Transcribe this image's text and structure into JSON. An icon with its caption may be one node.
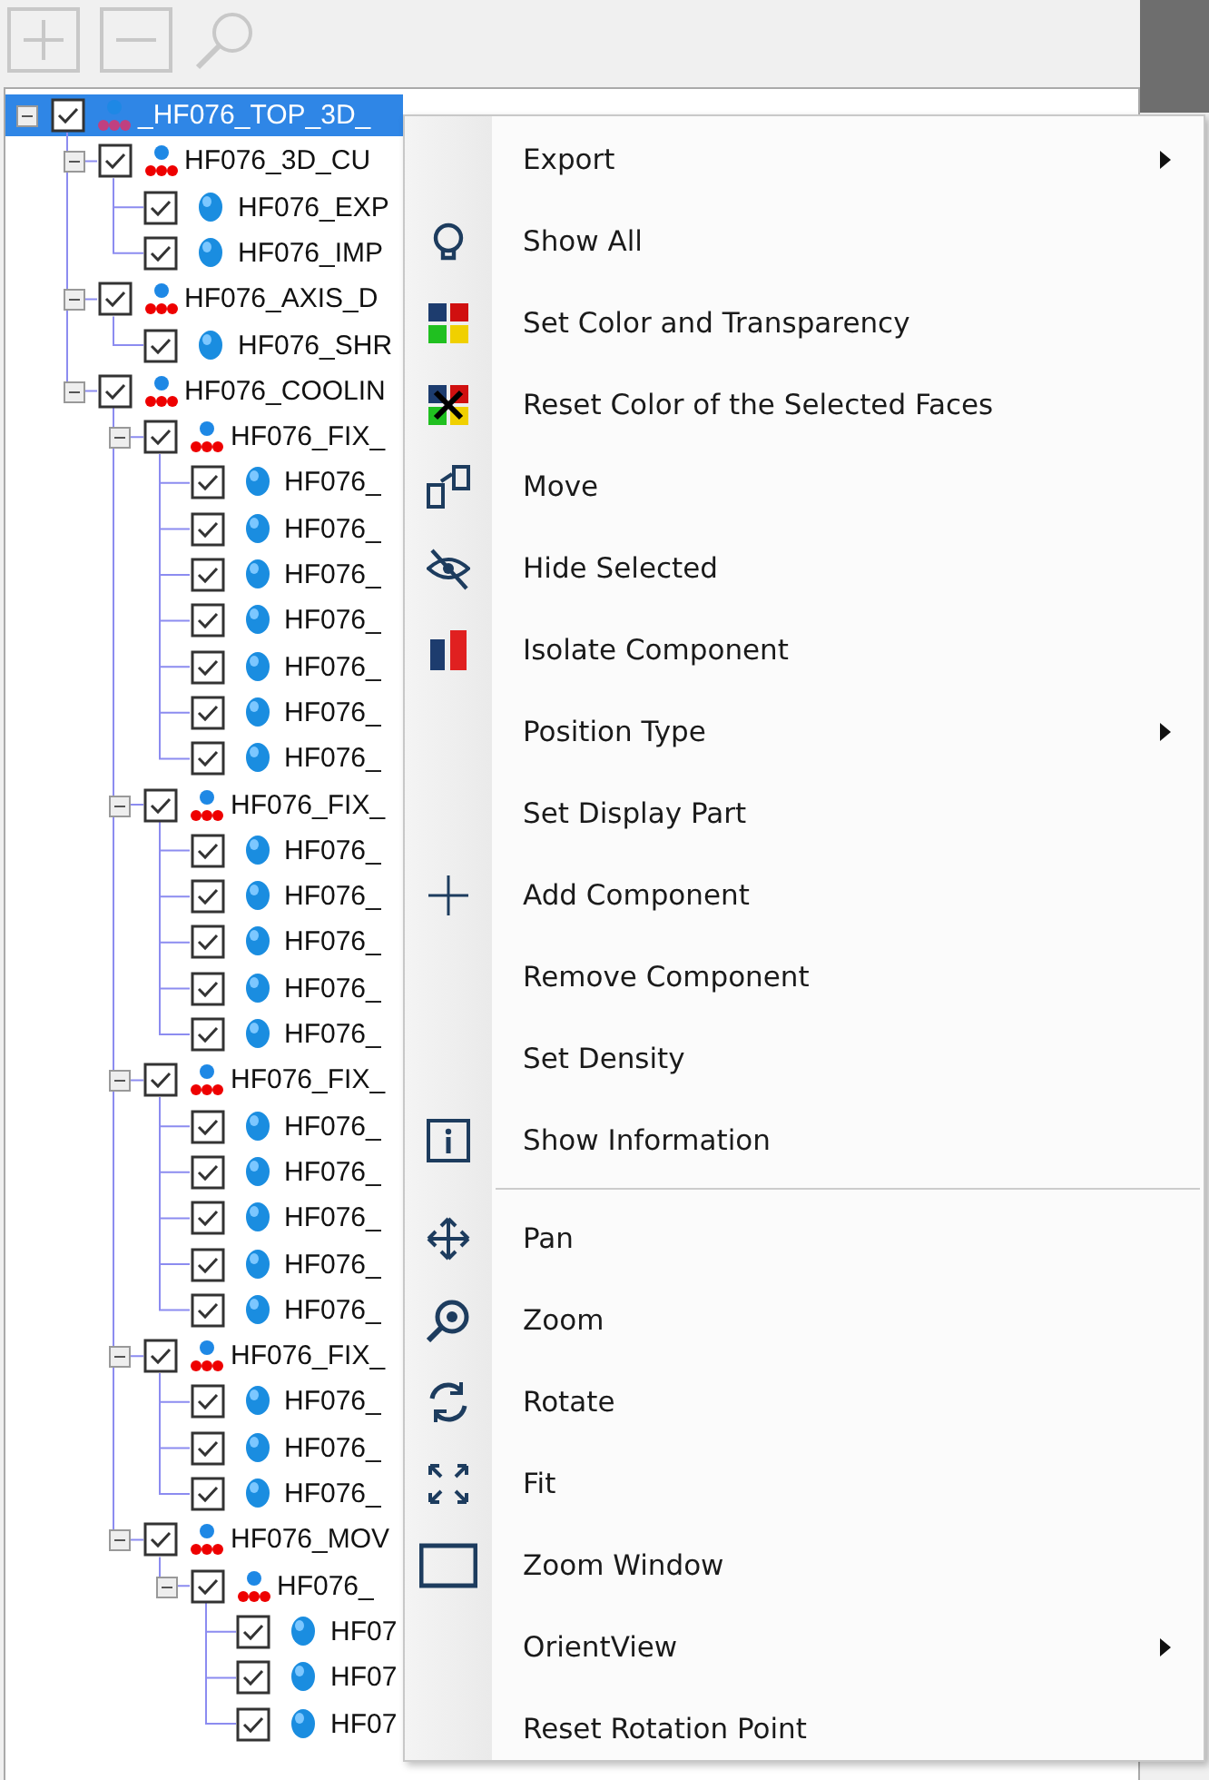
{
  "diagram": {
    "nodes": [
      {
        "text": [
          "_HF076_TOP_3D_"
        ]
      },
      {
        "text": [
          "HF076_3D_CU"
        ]
      },
      {
        "text": [
          "HF076_EXP"
        ]
      },
      {
        "text": [
          "HF076_IMP"
        ]
      },
      {
        "text": [
          "HF076_AXIS_D"
        ]
      },
      {
        "text": [
          "HF076_SHR"
        ]
      },
      {
        "text": [
          "HF076_COOLIN"
        ]
      },
      {
        "text": [
          "HF076_FIX_"
        ]
      },
      {
        "text": [
          "HF076_"
        ]
      },
      {
        "text": [
          "HF076_"
        ]
      },
      {
        "text": [
          "HF076_"
        ]
      },
      {
        "text": [
          "HF076_"
        ]
      },
      {
        "text": [
          "HF076_"
        ]
      },
      {
        "text": [
          "HF076_"
        ]
      },
      {
        "text": [
          "HF076_"
        ]
      },
      {
        "text": [
          "HF076_FIX_"
        ]
      },
      {
        "text": [
          "HF076_"
        ]
      },
      {
        "text": [
          "HF076_"
        ]
      },
      {
        "text": [
          "HF076_"
        ]
      },
      {
        "text": [
          "HF076_"
        ]
      },
      {
        "text": [
          "HF076_"
        ]
      },
      {
        "text": [
          "HF076_FIX_"
        ]
      },
      {
        "text": [
          "HF076_"
        ]
      },
      {
        "text": [
          "HF076_"
        ]
      },
      {
        "text": [
          "HF076_"
        ]
      },
      {
        "text": [
          "HF076_"
        ]
      },
      {
        "text": [
          "HF076_"
        ]
      },
      {
        "text": [
          "HF076_FIX_"
        ]
      },
      {
        "text": [
          "HF076_"
        ]
      },
      {
        "text": [
          "HF076_"
        ]
      },
      {
        "text": [
          "HF076_"
        ]
      },
      {
        "text": [
          "HF076_MOV"
        ]
      },
      {
        "text": [
          "HF076_"
        ]
      },
      {
        "text": [
          "HF07"
        ]
      },
      {
        "text": [
          "HF07"
        ]
      },
      {
        "text": [
          "HF07"
        ]
      }
    ],
    "edges": [
      {
        "from": 0,
        "to": 1,
        "arrow": "none"
      },
      {
        "from": 1,
        "to": 2,
        "arrow": "none"
      },
      {
        "from": 1,
        "to": 3,
        "arrow": "none"
      },
      {
        "from": 0,
        "to": 4,
        "arrow": "none"
      },
      {
        "from": 4,
        "to": 5,
        "arrow": "none"
      },
      {
        "from": 0,
        "to": 6,
        "arrow": "none"
      },
      {
        "from": 6,
        "to": 7,
        "arrow": "none"
      },
      {
        "from": 7,
        "to": 8,
        "arrow": "none"
      },
      {
        "from": 7,
        "to": 9,
        "arrow": "none"
      },
      {
        "from": 7,
        "to": 10,
        "arrow": "none"
      },
      {
        "from": 7,
        "to": 11,
        "arrow": "none"
      },
      {
        "from": 7,
        "to": 12,
        "arrow": "none"
      },
      {
        "from": 7,
        "to": 13,
        "arrow": "none"
      },
      {
        "from": 7,
        "to": 14,
        "arrow": "none"
      },
      {
        "from": 6,
        "to": 15,
        "arrow": "none"
      },
      {
        "from": 15,
        "to": 16,
        "arrow": "none"
      },
      {
        "from": 15,
        "to": 17,
        "arrow": "none"
      },
      {
        "from": 15,
        "to": 18,
        "arrow": "none"
      },
      {
        "from": 15,
        "to": 19,
        "arrow": "none"
      },
      {
        "from": 15,
        "to": 20,
        "arrow": "none"
      },
      {
        "from": 6,
        "to": 21,
        "arrow": "none"
      },
      {
        "from": 21,
        "to": 22,
        "arrow": "none"
      },
      {
        "from": 21,
        "to": 23,
        "arrow": "none"
      },
      {
        "from": 21,
        "to": 24,
        "arrow": "none"
      },
      {
        "from": 21,
        "to": 25,
        "arrow": "none"
      },
      {
        "from": 21,
        "to": 26,
        "arrow": "none"
      },
      {
        "from": 6,
        "to": 27,
        "arrow": "none"
      },
      {
        "from": 27,
        "to": 28,
        "arrow": "none"
      },
      {
        "from": 27,
        "to": 29,
        "arrow": "none"
      },
      {
        "from": 27,
        "to": 30,
        "arrow": "none"
      },
      {
        "from": 6,
        "to": 31,
        "arrow": "none"
      },
      {
        "from": 31,
        "to": 32,
        "arrow": "none"
      },
      {
        "from": 32,
        "to": 33,
        "arrow": "none"
      },
      {
        "from": 32,
        "to": 34,
        "arrow": "none"
      },
      {
        "from": 32,
        "to": 35,
        "arrow": "none"
      }
    ],
    "labels": [
      "Export",
      "Show All",
      "Set Color and Transparency",
      "Reset Color of the Selected Faces",
      "Move",
      "Hide Selected",
      "Isolate Component",
      "Position Type",
      "Set Display Part",
      "Add Component",
      "Remove Component",
      "Set Density",
      "Show Information",
      "Pan",
      "Zoom",
      "Rotate",
      "Fit",
      "Zoom Window",
      "OrientView",
      "Reset Rotation Point"
    ]
  }
}
